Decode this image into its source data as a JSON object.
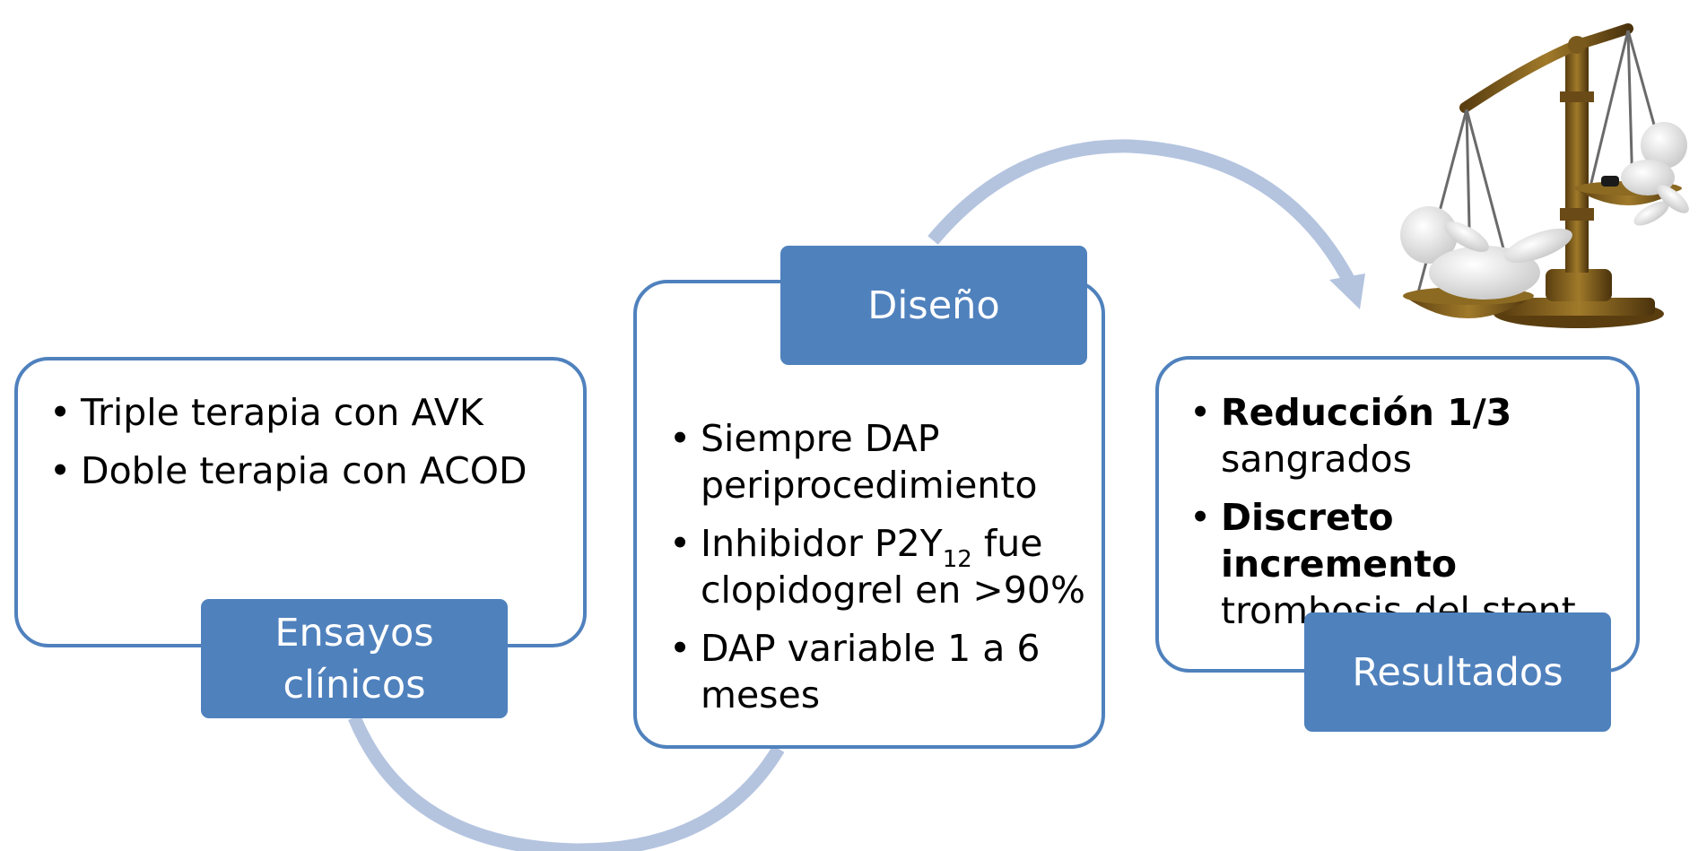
{
  "diagram": {
    "ensayos": {
      "title": "Ensayos clínicos",
      "items": [
        "Triple terapia con AVK",
        "Doble terapia con ACOD"
      ]
    },
    "diseno": {
      "title": "Diseño",
      "items": [
        {
          "text": "Siempre DAP periprocedimiento"
        },
        {
          "pre": "Inhibidor P2Y",
          "sub": "12",
          "post": " fue clopidogrel en >90%"
        },
        {
          "text": "DAP variable 1 a 6 meses"
        }
      ]
    },
    "resultados": {
      "title": "Resultados",
      "items": [
        {
          "bold": "Reducción 1/3",
          "rest": "sangrados"
        },
        {
          "bold": "Discreto incremento",
          "rest": "trombosis del stent"
        }
      ]
    }
  },
  "colors": {
    "accent": "#4f81bd",
    "arrow": "#b4c4df",
    "bronze": "#7a5a1c"
  },
  "figure": {
    "icon": "balance-scale-with-figures-icon"
  }
}
